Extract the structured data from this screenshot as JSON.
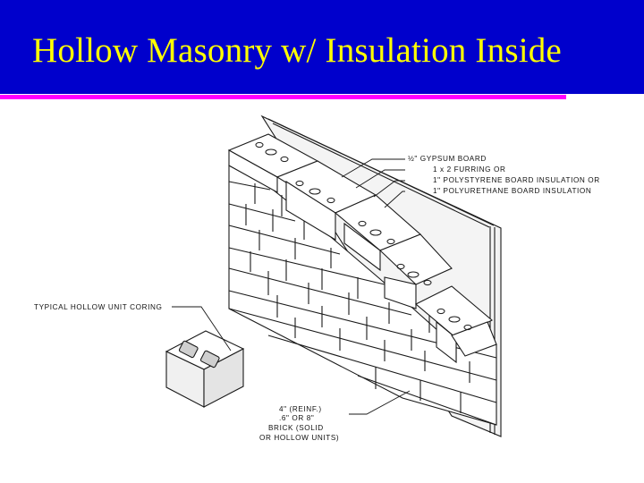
{
  "slide": {
    "title": "Hollow Masonry w/ Insulation Inside",
    "colors": {
      "header_bg": "#0000cc",
      "title_text": "#ffff00",
      "underline": "#ff00ff"
    }
  },
  "diagram": {
    "callouts": {
      "gypsum": "½\" GYPSUM BOARD",
      "furring": "1 x 2 FURRING  OR",
      "polystyrene": "1\" POLYSTYRENE BOARD INSULATION OR",
      "polyurethane": "1\" POLYURETHANE BOARD INSULATION",
      "coring": "TYPICAL HOLLOW UNIT CORING",
      "brick_1": "4\" (REINF.)",
      "brick_2": ".6\" OR 8\"",
      "brick_3": "BRICK (SOLID",
      "brick_4": "OR HOLLOW UNITS)"
    }
  }
}
